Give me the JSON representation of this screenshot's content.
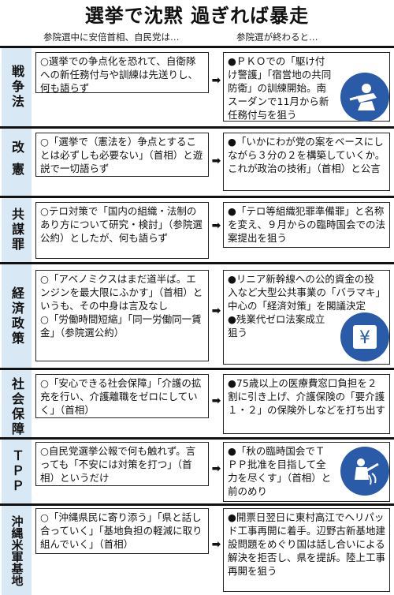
{
  "title": "選挙で沈黙 過ぎれば暴走",
  "headers": {
    "left": "参院選中に安倍首相、自民党は…",
    "right": "参院選が終わると…"
  },
  "arrow": "➡",
  "rows": [
    {
      "category": "戦争法",
      "left": [
        "○選挙での争点化を恐れて、自衛隊への新任務付与や訓練は先送りし、何も語らず"
      ],
      "right": [
        "●ＰＫＯでの「駆け付け警護」「宿営地の共同防衛」の訓練開始。南スーダンで11月から新任務付与を狙う"
      ],
      "icon": "soldier-icon"
    },
    {
      "category": "改憲",
      "left": [
        "○「選挙で（憲法を）争点とすることは必ずしも必要ない」（首相）と遊説で一切語らず"
      ],
      "right": [
        "●「いかにわが党の案をベースにしながら３分の２を構築していくか。これが政治の技術」（首相）と公言"
      ],
      "icon": ""
    },
    {
      "category": "共謀罪",
      "left": [
        "○テロ対策で「国内の組織・法制のあり方について研究・検討」（参院選公約）としたが、何も語らず"
      ],
      "right": [
        "●「テロ等組織犯罪準備罪」と名称を変え、９月からの臨時国会での法案提出を狙う"
      ],
      "icon": ""
    },
    {
      "category": "経済政策",
      "left": [
        "○「アベノミクスはまだ道半ば。エンジンを最大限にふかす」（首相）というも、その中身は言及なし",
        "○「労働時間短縮」「同一労働同一賃金」（参院選公約）"
      ],
      "right": [
        "●リニア新幹線への公的資金の投入など大型公共事業の「バラマキ」中心の「経済対策」を閣議決定",
        "●残業代ゼロ法案成立狙う"
      ],
      "icon": "yen-icon"
    },
    {
      "category": "社会保障",
      "left": [
        "○「安心できる社会保障」「介護の拡充を行い、介護離職をゼロにしていく」（首相）"
      ],
      "right": [
        "●75歳以上の医療費窓口負担を２割に引き上げ、介護保険の「要介護１・２」の保険外しなどを打ち出す"
      ],
      "icon": ""
    },
    {
      "category": "ＴＰＰ",
      "left": [
        "○自民党選挙公報で何も触れず。言っても「不安には対策を打つ」（首相）というだけ"
      ],
      "right": [
        "●「秋の臨時国会でＴＰＰ批准を目指して全力を尽くす」（首相）と前のめり"
      ],
      "icon": "farmer-icon"
    },
    {
      "category": "沖縄米軍基地",
      "left": [
        "○「沖縄県民に寄り添う」「県と話し合っていく」「基地負担の軽減に取り組んでいく」（首相）"
      ],
      "right": [
        "●開票日翌日に東村高江でヘリパッド工事再開に着手。辺野古新基地建設問題をめぐり国は話し合いによる解決を拒否し、県を提訴。陸上工事再開を狙う"
      ],
      "icon": ""
    }
  ]
}
